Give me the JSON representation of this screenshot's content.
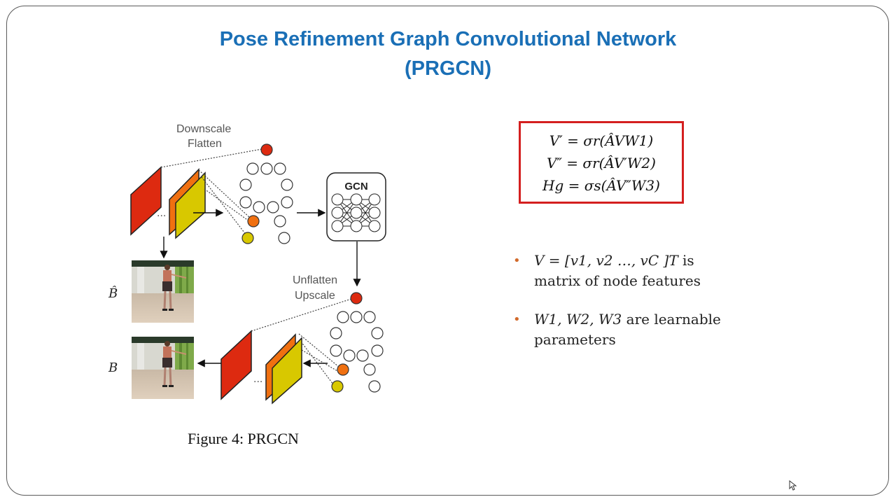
{
  "slide": {
    "title_line1": "Pose Refinement Graph Convolutional Network",
    "title_line2": "(PRGCN)"
  },
  "figure": {
    "label_downscale": "Downscale",
    "label_flatten": "Flatten",
    "label_gcn": "GCN",
    "label_unflatten": "Unflatten",
    "label_upscale": "Upscale",
    "label_bhat": "B̂",
    "label_b": "B",
    "ellipsis": "...",
    "caption": "Figure 4: PRGCN"
  },
  "equations": {
    "eq1": "V′ = σr(ÂVW1)",
    "eq2": "V″ = σr(ÂV′W2)",
    "eq3": "Hg = σs(ÂV″W3)"
  },
  "bullets": [
    {
      "math": "V = [v1, v2 …, vC ]T",
      "text": " is matrix of node features"
    },
    {
      "math": "W1, W2, W3",
      "text": " are learnable parameters"
    }
  ],
  "colors": {
    "title": "#1a6fb6",
    "box_border": "#d41f1f",
    "bullet": "#d26a2b",
    "map_red": "#dd2a10",
    "map_orange": "#f07010",
    "map_yellow": "#d8c800"
  }
}
